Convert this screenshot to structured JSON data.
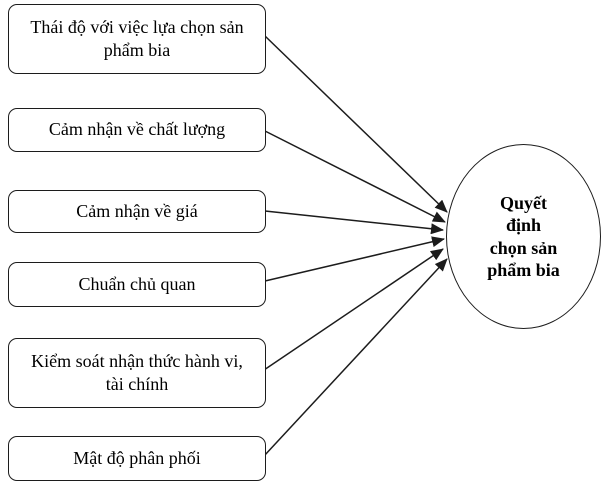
{
  "diagram": {
    "factors": [
      {
        "label": "Thái độ với việc lựa chọn sản phẩm bia"
      },
      {
        "label": "Cảm nhận về chất lượng"
      },
      {
        "label": "Cảm nhận về giá"
      },
      {
        "label": "Chuẩn chủ quan"
      },
      {
        "label": "Kiểm soát nhận thức hành vi, tài chính"
      },
      {
        "label": "Mật độ phân phối"
      }
    ],
    "decision": {
      "label": "Quyết định chọn sản phẩm bia",
      "lines": [
        "Quyết",
        "định",
        "chọn sản",
        "phẩm bia"
      ]
    },
    "colors": {
      "line": "#1c1c1c",
      "text": "#000000",
      "background": "#ffffff"
    }
  }
}
